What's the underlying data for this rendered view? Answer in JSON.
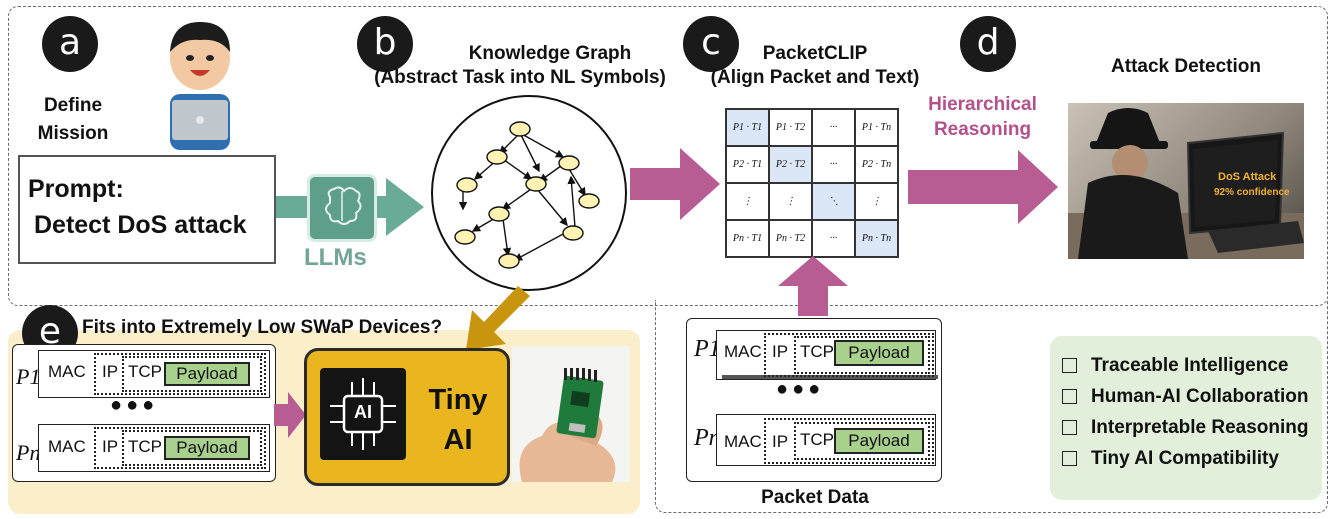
{
  "badges": {
    "a": "a",
    "b": "b",
    "c": "c",
    "d": "d",
    "e": "e"
  },
  "define_mission": "Define\nMission",
  "prompt": {
    "label": "Prompt:",
    "text": "Detect DoS attack"
  },
  "llms_label": "LLMs",
  "knowledge_graph": {
    "title": "Knowledge Graph",
    "subtitle": "(Abstract Task into NL Symbols)"
  },
  "packetclip": {
    "title": "PacketCLIP",
    "subtitle": "(Align Packet and Text)"
  },
  "hierarchical": "Hierarchical\nReasoning",
  "attack_detection": {
    "title": "Attack Detection",
    "overlay_title": "DoS Attack",
    "overlay_conf": "92% confidence"
  },
  "matrix": {
    "rows": [
      [
        "P1 · T1",
        "P1 · T2",
        "···",
        "P1 · Tn"
      ],
      [
        "P2 · T1",
        "P2 · T2",
        "···",
        "P2 · Tn"
      ],
      [
        "⋮",
        "⋮",
        "⋱",
        "⋮"
      ],
      [
        "Pn · T1",
        "Pn · T2",
        "···",
        "Pn · Tn"
      ]
    ],
    "highlight": [
      [
        0,
        0
      ],
      [
        1,
        1
      ],
      [
        2,
        2
      ],
      [
        3,
        3
      ]
    ]
  },
  "packet_data": {
    "label": "Packet Data",
    "p1": "P1",
    "pn": "Pn",
    "mac": "MAC",
    "ip": "IP",
    "tcp": "TCP",
    "payload": "Payload",
    "ellipsis": "●●●"
  },
  "tiny": {
    "question": "Fits into Extremely Low SWaP Devices?",
    "chip_text": "AI",
    "label": "Tiny\nAI"
  },
  "features": [
    "Traceable Intelligence",
    "Human-AI Collaboration",
    "Interpretable Reasoning",
    "Tiny AI Compatibility"
  ],
  "colors": {
    "magenta_arrow": "#b85c94",
    "teal_arrow": "#6aab97",
    "gold": "#e9b61f",
    "tan_bg": "#fbeecb",
    "green_panel": "#e2efda",
    "llm_text": "#71a596",
    "hierarchical_text": "#b4508a"
  }
}
